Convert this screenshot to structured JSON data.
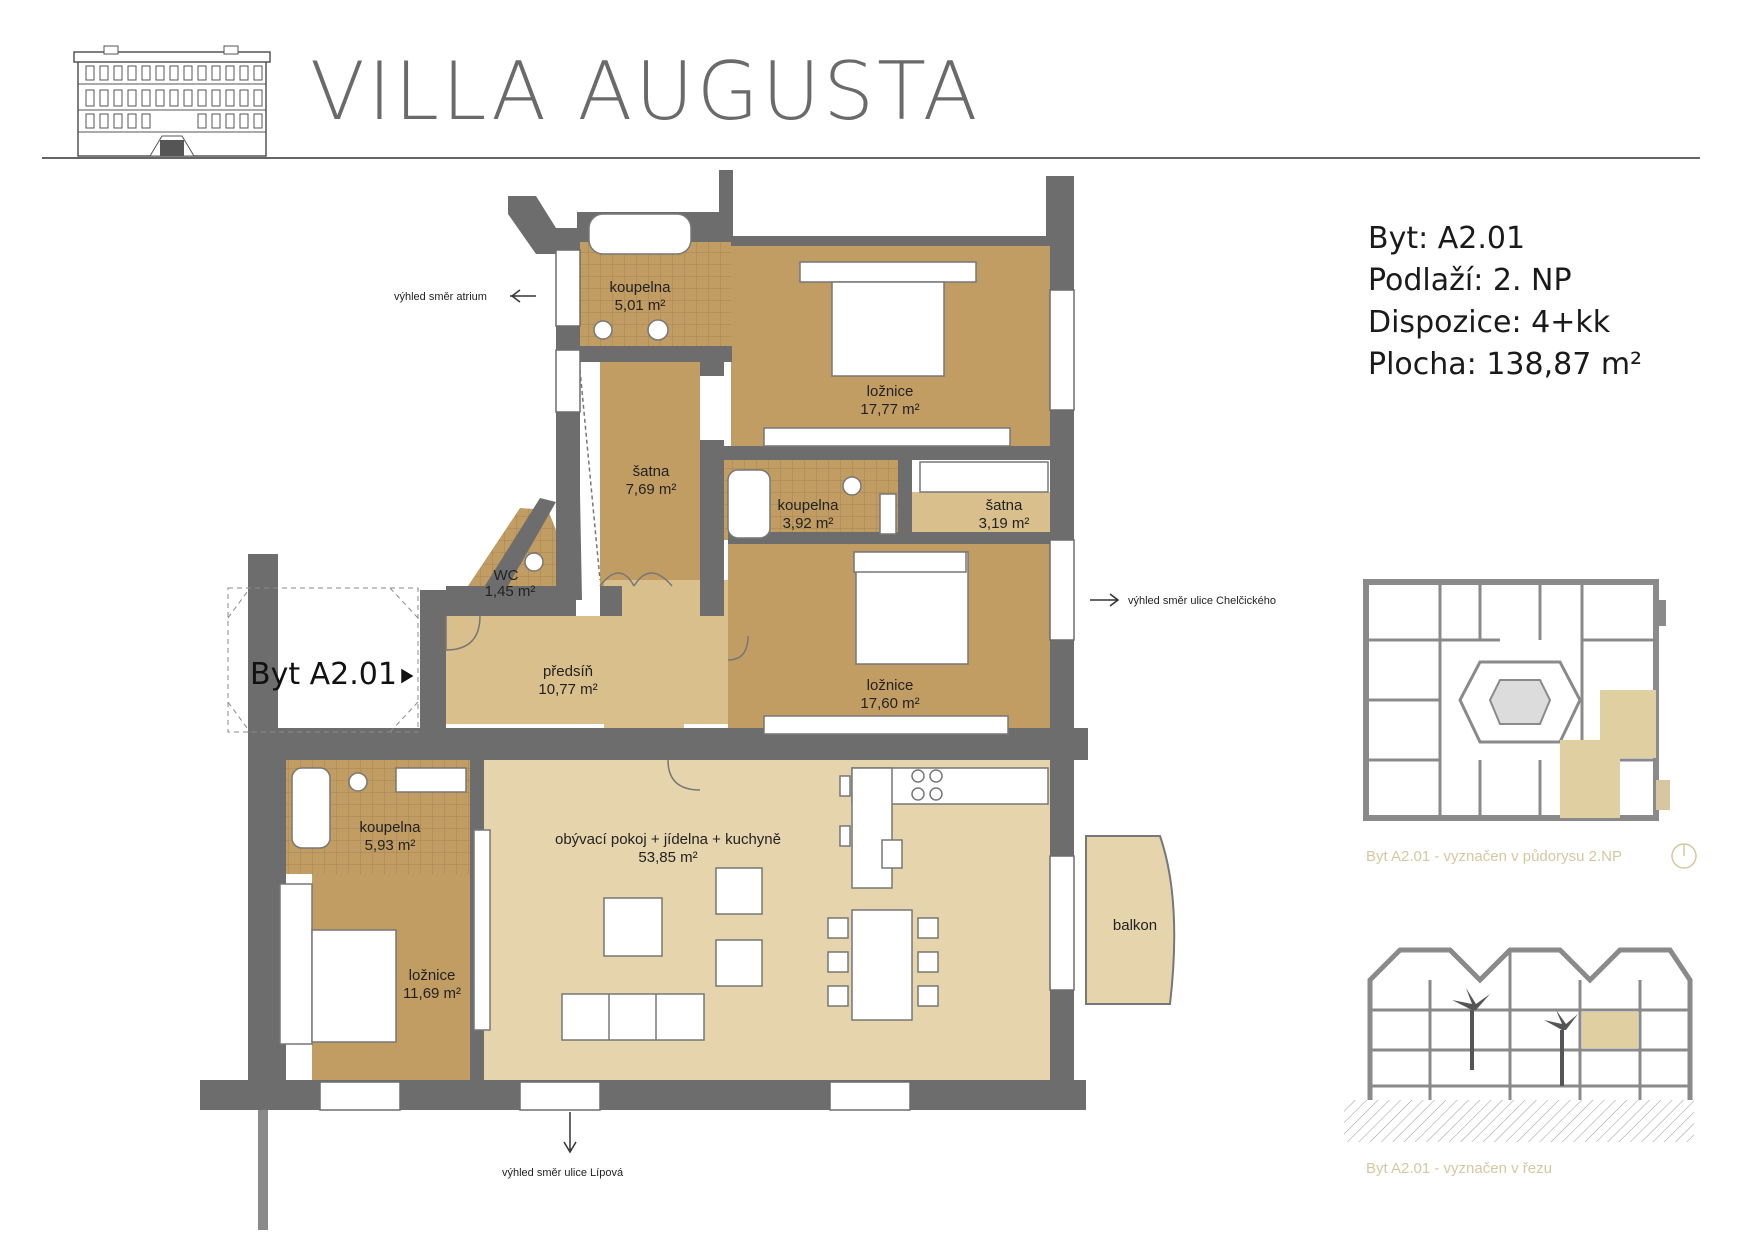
{
  "header": {
    "title": "VILLA AUGUSTA"
  },
  "apartment_info": {
    "byt": "Byt: A2.01",
    "podlazi": "Podlaží: 2. NP",
    "dispozice": "Dispozice: 4+kk",
    "plocha": "Plocha: 138,87 m²"
  },
  "entrance_label": "Byt A2.01",
  "rooms": [
    {
      "name": "koupelna",
      "area": "5,01 m²"
    },
    {
      "name": "ložnice",
      "area": "17,77 m²"
    },
    {
      "name": "šatna",
      "area": "7,69 m²"
    },
    {
      "name": "koupelna",
      "area": "3,92 m²"
    },
    {
      "name": "šatna",
      "area": "3,19 m²"
    },
    {
      "name": "WC",
      "area": "1,45 m²"
    },
    {
      "name": "ložnice",
      "area": "17,60 m²"
    },
    {
      "name": "předsíň",
      "area": "10,77 m²"
    },
    {
      "name": "koupelna",
      "area": "5,93 m²"
    },
    {
      "name": "obývací pokoj + jídelna + kuchyně",
      "area": "53,85 m²"
    },
    {
      "name": "ložnice",
      "area": "11,69 m²"
    },
    {
      "name": "balkon",
      "area": ""
    }
  ],
  "views": {
    "atrium": "výhled směr atrium",
    "chelcickeho": "výhled směr ulice Chelčického",
    "lipova": "výhled směr ulice Lípová"
  },
  "thumbnails": {
    "plan_caption": "Byt A2.01 - vyznačen v půdorysu 2.NP",
    "section_caption": "Byt A2.01 - vyznačen v řezu"
  },
  "colors": {
    "wall": "#6d6d6d",
    "room_dark": "#c19d63",
    "room_light": "#e6d4ad",
    "room_mid": "#d8bf8c",
    "highlight": "#e0cfa0"
  }
}
